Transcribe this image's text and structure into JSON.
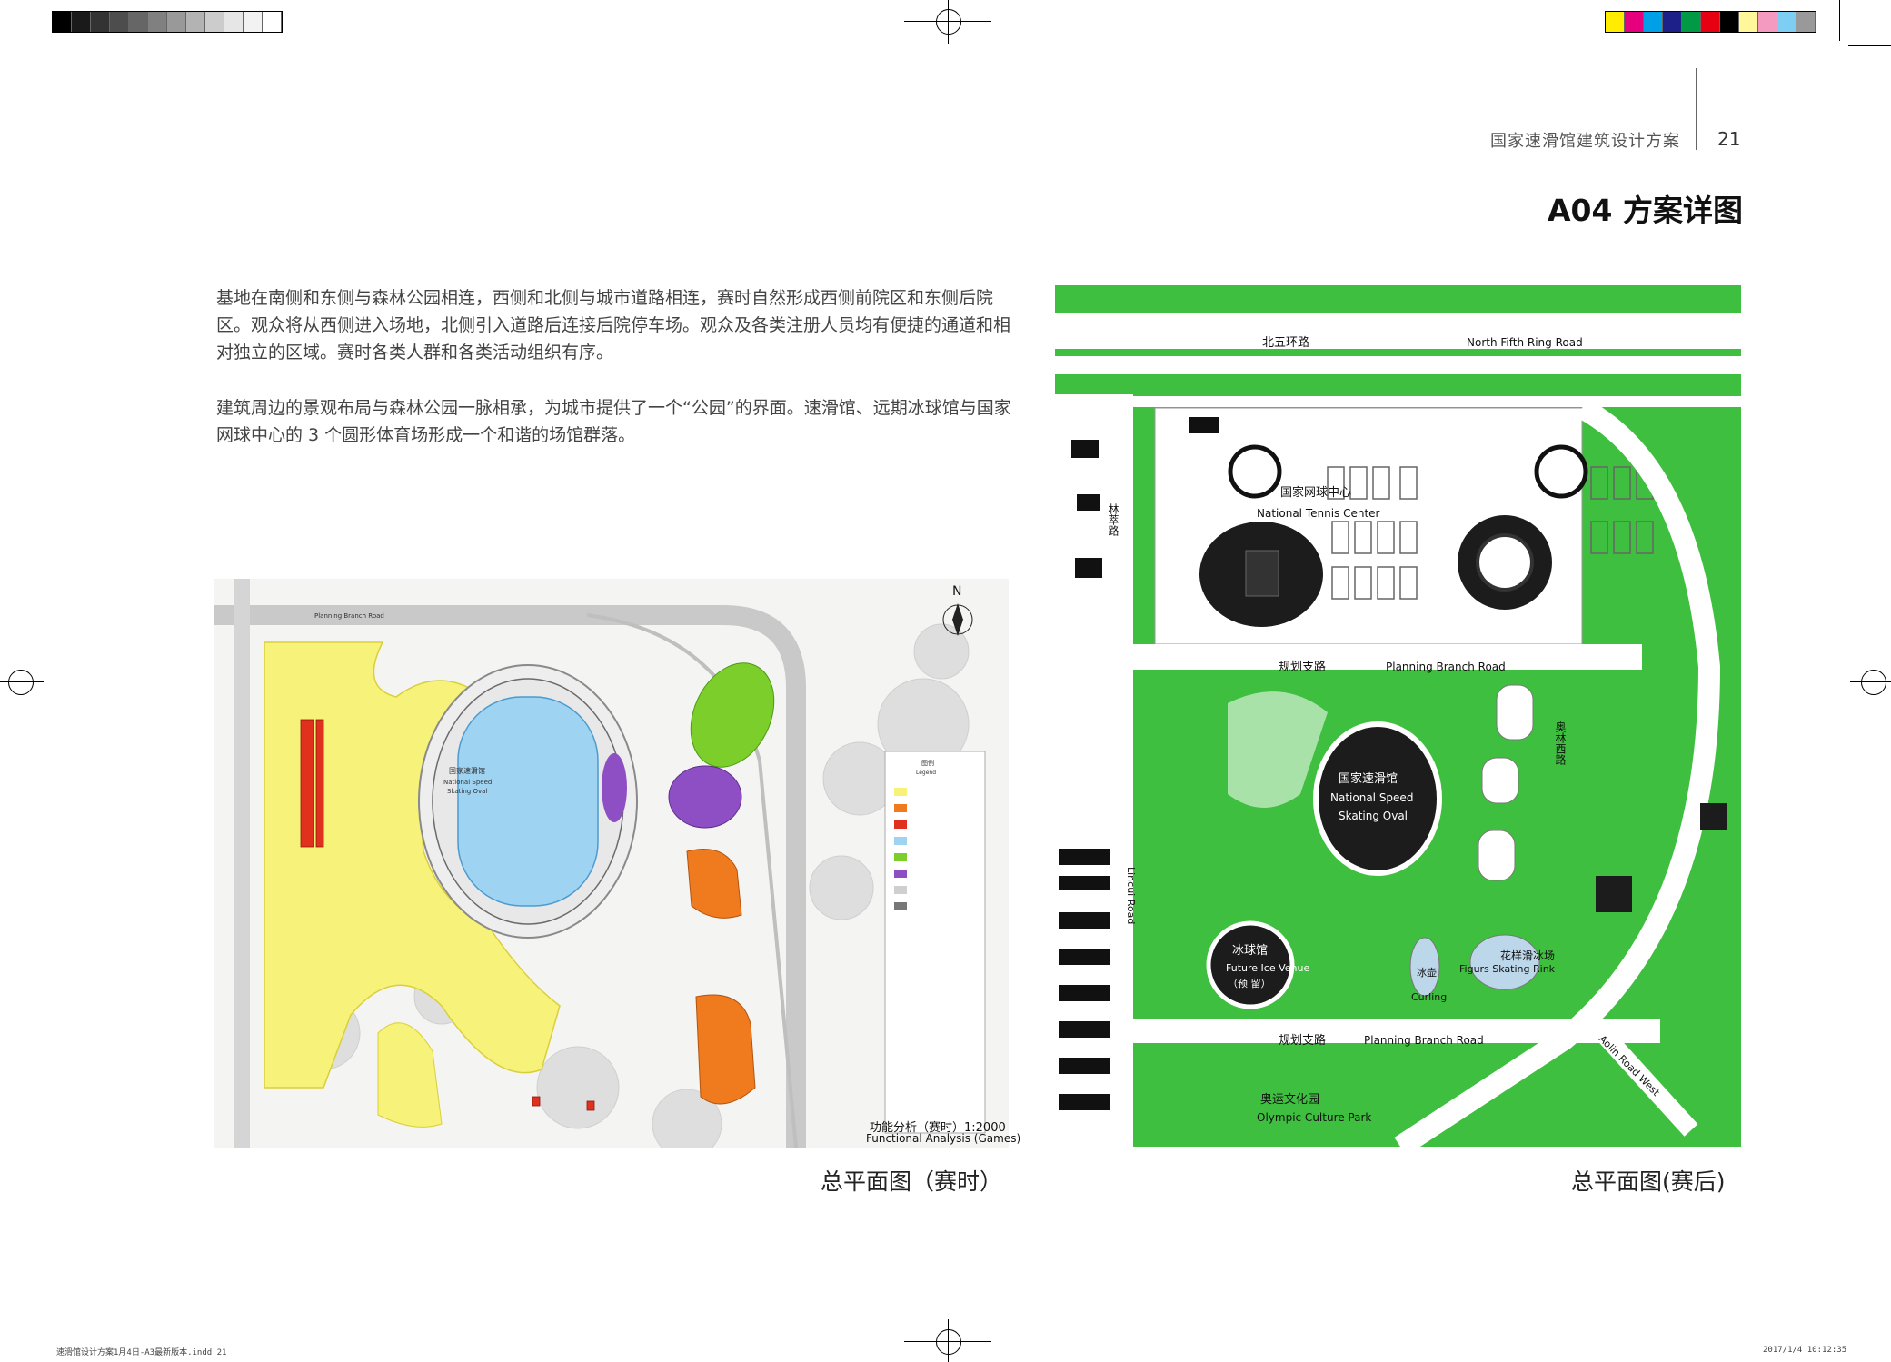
{
  "header": {
    "running_title": "国家速滑馆建筑设计方案",
    "page_number": "21",
    "section_title": "A04 方案详图"
  },
  "body_text": {
    "paragraph_1": "基地在南侧和东侧与森林公园相连，西侧和北侧与城市道路相连，赛时自然形成西侧前院区和东侧后院区。观众将从西侧进入场地，北侧引入道路后连接后院停车场。观众及各类注册人员均有便捷的通道和相对独立的区域。赛时各类人群和各类活动组织有序。",
    "paragraph_2": "建筑周边的景观布局与森林公园一脉相承，为城市提供了一个“公园”的界面。速滑馆、远期冰球馆与国家网球中心的 3 个圆形体育场形成一个和谐的场馆群落。"
  },
  "left_plan": {
    "caption": "总平面图（赛时）",
    "scale_title": "功能分析（赛时）1:2000",
    "scale_title_en": "Functional Analysis (Games)",
    "north_label": "N",
    "venue_cn": "国家速滑馆",
    "venue_en_1": "National Speed",
    "venue_en_2": "Skating Oval",
    "road_label": "Planning Branch Road",
    "legend_title": "图例",
    "legend_title_en": "Legend"
  },
  "right_plan": {
    "caption": "总平面图(赛后)",
    "road_north_cn": "北五环路",
    "road_north_en": "North Fifth Ring Road",
    "branch_road_cn_1": "规划支路",
    "branch_road_en_1": "Planning Branch Road",
    "branch_road_cn_2": "规划支路",
    "branch_road_en_2": "Planning Branch Road",
    "tennis_cn": "国家网球中心",
    "tennis_en": "National Tennis Center",
    "oval_cn": "国家速滑馆",
    "oval_en_1": "National Speed",
    "oval_en_2": "Skating Oval",
    "ice_cn": "冰球馆",
    "ice_en": "Future Ice Venue",
    "ice_note": "（预 留）",
    "curling_cn": "冰壶",
    "curling_en": "Curling",
    "figure_cn": "花样滑冰场",
    "figure_en": "Figurs Skating Rink",
    "park_cn": "奥运文化园",
    "park_en": "Olympic Culture Park",
    "linshui_cn": "林萃路",
    "lincui_en": "Lincui Road",
    "aolin_cn": "奥林西路",
    "aolin_en": "Aolin Road West"
  },
  "slug": {
    "left": "速滑馆设计方案1月4日-A3最新版本.indd  21",
    "right": "2017/1/4  10:12:35"
  },
  "colors": {
    "green": "#3fbf3f",
    "dark_venue": "#1c1c1c",
    "yellow_zone": "#f6f27a",
    "blue_oval": "#9fd3f2",
    "purple_zone": "#8e4fc4",
    "orange_zone": "#f07a1e",
    "red_seating": "#e0301e",
    "lime_zone": "#7ccf2a"
  }
}
